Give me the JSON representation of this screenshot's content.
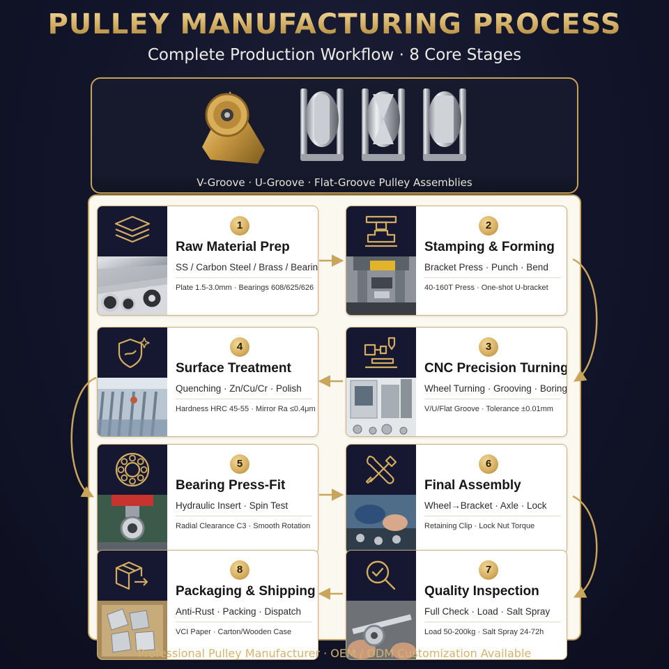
{
  "header": {
    "title": "PULLEY MANUFACTURING PROCESS",
    "subtitle": "Complete Production Workflow · 8 Core Stages"
  },
  "hero": {
    "caption": "V-Groove · U-Groove · Flat-Groove Pulley Assemblies"
  },
  "steps": [
    {
      "number": "1",
      "title": "Raw Material Prep",
      "desc": "SS / Carbon Steel / Brass / Bearings",
      "spec": "Plate 1.5-3.0mm · Bearings 608/625/626",
      "icon": "metal-sheets-icon",
      "photo": "steel-plates-and-bearings-photo"
    },
    {
      "number": "2",
      "title": "Stamping & Forming",
      "desc": "Bracket Press · Punch · Bend",
      "spec": "40-160T Press · One-shot U-bracket",
      "icon": "press-die-icon",
      "photo": "stamping-press-photo"
    },
    {
      "number": "3",
      "title": "CNC Precision Turning",
      "desc": "Wheel Turning · Grooving · Boring",
      "spec": "V/U/Flat Groove · Tolerance ±0.01mm",
      "icon": "cnc-machine-icon",
      "photo": "cnc-lathe-photo"
    },
    {
      "number": "4",
      "title": "Surface Treatment",
      "desc": "Quenching · Zn/Cu/Cr · Polish",
      "spec": "Hardness HRC 45-55 · Mirror Ra ≤0.4μm",
      "icon": "shield-sparkle-icon",
      "photo": "plating-line-photo"
    },
    {
      "number": "5",
      "title": "Bearing Press-Fit",
      "desc": "Hydraulic Insert · Spin Test",
      "spec": "Radial Clearance C3 · Smooth Rotation",
      "icon": "bearing-icon",
      "photo": "hydraulic-press-photo"
    },
    {
      "number": "6",
      "title": "Final Assembly",
      "desc": "Wheel→Bracket · Axle · Lock",
      "spec": "Retaining Clip · Lock Nut Torque",
      "icon": "wrench-screwdriver-icon",
      "photo": "assembly-line-photo"
    },
    {
      "number": "7",
      "title": "Quality Inspection",
      "desc": "Full Check · Load · Salt Spray",
      "spec": "Load 50-200kg · Salt Spray 24-72h",
      "icon": "magnifier-check-icon",
      "photo": "caliper-inspection-photo"
    },
    {
      "number": "8",
      "title": "Packaging & Shipping",
      "desc": "Anti-Rust · Packing · Dispatch",
      "spec": "VCI Paper · Carton/Wooden Case",
      "icon": "shipping-box-icon",
      "photo": "packed-pulleys-photo"
    }
  ],
  "footer": {
    "text": "Professional Pulley Manufacturer  ·  OEM / ODM Customization Available"
  },
  "colors": {
    "gold": "#c9a55c",
    "navy": "#151830",
    "background": "#12142a",
    "panel": "#fbf8f0"
  }
}
